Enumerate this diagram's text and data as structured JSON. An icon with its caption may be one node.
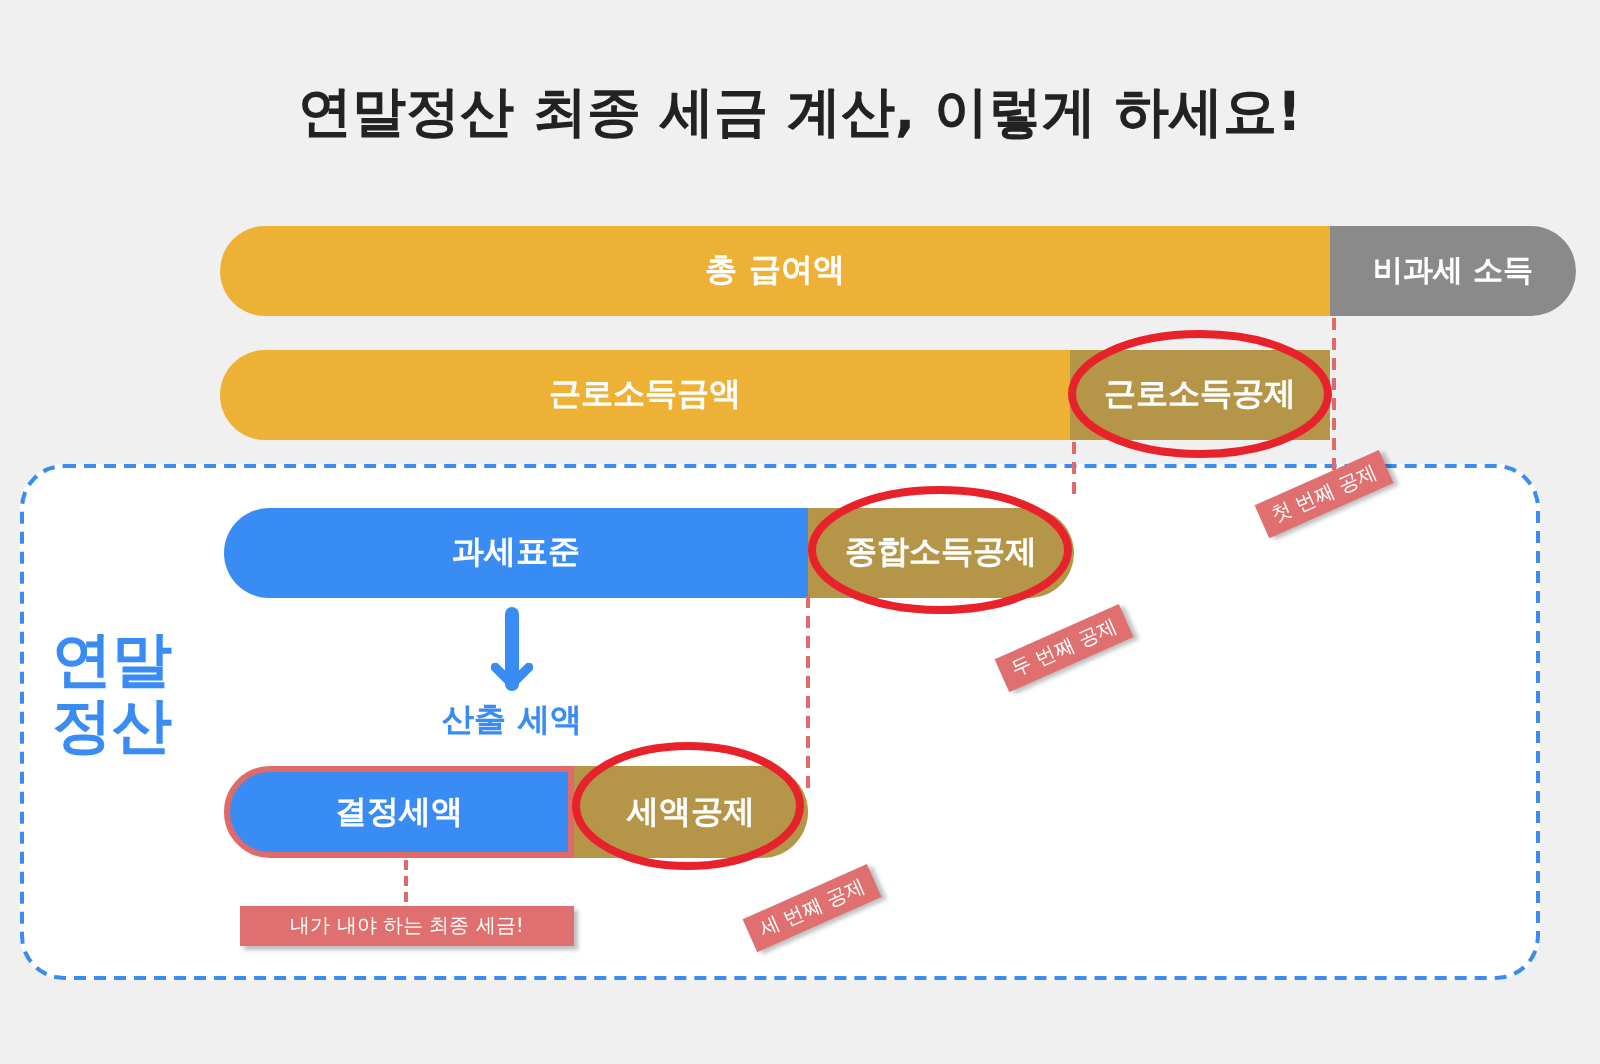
{
  "diagram": {
    "title": "연말정산 최종 세금 계산, 이렇게 하세요!",
    "nodes": [
      {
        "text": [
          "총 급여액"
        ]
      },
      {
        "text": [
          "비과세 소득"
        ]
      },
      {
        "text": [
          "근로소득금액"
        ]
      },
      {
        "text": [
          "근로소득공제"
        ]
      },
      {
        "text": [
          "연말정산"
        ]
      },
      {
        "text": [
          "과세표준"
        ],
        "in": 4
      },
      {
        "text": [
          "종합소득공제"
        ],
        "in": 4
      },
      {
        "text": [
          "결정세액"
        ],
        "in": 4
      },
      {
        "text": [
          "세액공제"
        ],
        "in": 4
      },
      {
        "text": [
          "내가 내야 하는 최종 세금!"
        ],
        "in": 4
      }
    ],
    "edges": [
      {
        "from": 5,
        "to": 7,
        "arrow": "to",
        "label": "산출 세액",
        "style": "thick",
        "color": "#3a8cf5"
      },
      {
        "from": 9,
        "to": 7,
        "arrow": "none",
        "style": "dashed",
        "color": "#e06a6a"
      }
    ],
    "labels": [
      "첫 번째 공제",
      "두 번째 공제",
      "세 번째 공제"
    ]
  }
}
